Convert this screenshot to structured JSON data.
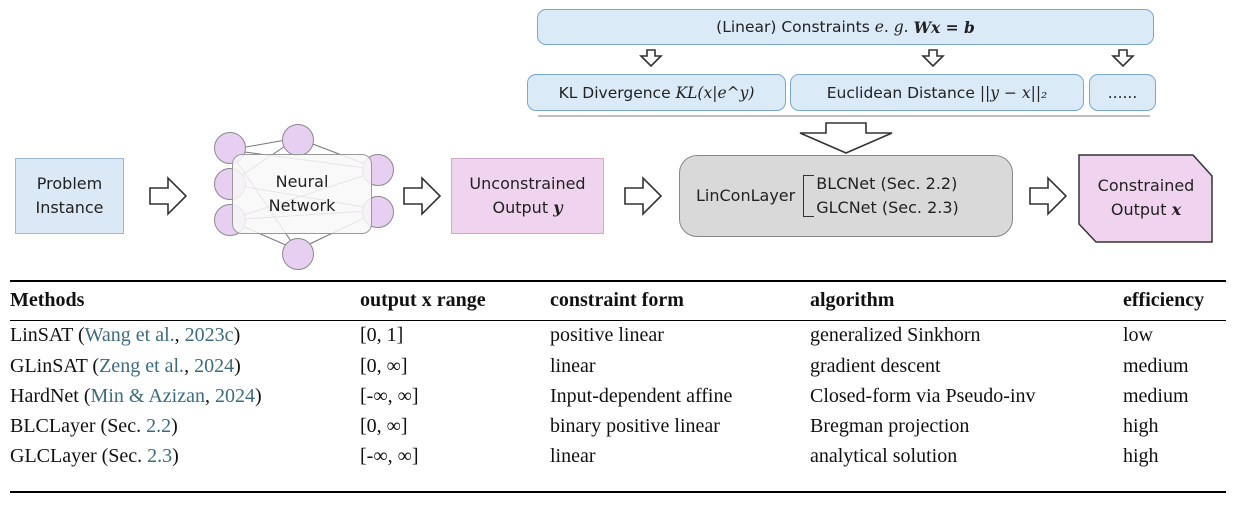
{
  "constraints": {
    "header_prefix": "(Linear) Constraints",
    "header_math": "e. g.",
    "header_equation": "Wx = b",
    "options": [
      {
        "label": "KL Divergence",
        "math": "KL(x|e^y)"
      },
      {
        "label": "Euclidean Distance",
        "math": "||y − x||₂"
      },
      {
        "label": "......"
      }
    ]
  },
  "pipeline": {
    "problem_line1": "Problem",
    "problem_line2": "Instance",
    "nn_line1": "Neural",
    "nn_line2": "Network",
    "unconstrained_line1": "Unconstrained",
    "unconstrained_line2": "Output",
    "unconstrained_var": "y",
    "lincon_label": "LinConLayer",
    "lincon_option1": "BLCNet (Sec. 2.2)",
    "lincon_option2": "GLCNet (Sec. 2.3)",
    "constrained_line1": "Constrained",
    "constrained_line2": "Output",
    "constrained_var": "x"
  },
  "table": {
    "headers": [
      "Methods",
      "output x range",
      "constraint form",
      "algorithm",
      "efficiency"
    ],
    "rows": [
      {
        "method": "LinSAT (",
        "cite_a": "Wang et al.",
        "cite_sep": ", ",
        "cite_b": "2023c",
        "close": ")",
        "range": "[0, 1]",
        "form": "positive linear",
        "algorithm": "generalized Sinkhorn",
        "efficiency": "low"
      },
      {
        "method": "GLinSAT (",
        "cite_a": "Zeng et al.",
        "cite_sep": ", ",
        "cite_b": "2024",
        "close": ")",
        "range": "[0, ∞]",
        "form": "linear",
        "algorithm": "gradient descent",
        "efficiency": "medium"
      },
      {
        "method": "HardNet (",
        "cite_a": "Min & Azizan",
        "cite_sep": ", ",
        "cite_b": "2024",
        "close": ")",
        "range": "[-∞, ∞]",
        "form": "Input-dependent affine",
        "algorithm": "Closed-form via Pseudo-inv",
        "efficiency": "medium"
      },
      {
        "method": "BLCLayer (Sec. ",
        "cite_a": "",
        "cite_sep": "",
        "cite_b": "2.2",
        "close": ")",
        "range": "[0, ∞]",
        "form": "binary positive linear",
        "algorithm": "Bregman projection",
        "efficiency": "high"
      },
      {
        "method": "GLCLayer (Sec. ",
        "cite_a": "",
        "cite_sep": "",
        "cite_b": "2.3",
        "close": ")",
        "range": "[-∞, ∞]",
        "form": "linear",
        "algorithm": "analytical solution",
        "efficiency": "high"
      }
    ]
  }
}
